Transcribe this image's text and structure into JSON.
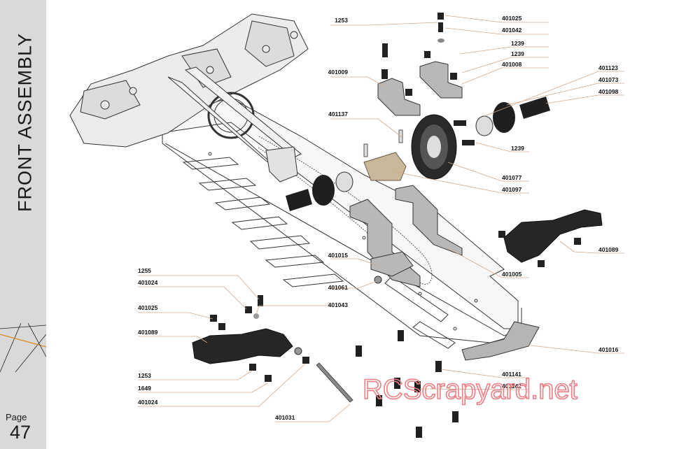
{
  "sidebar": {
    "section_title": "FRONT ASSEMBLY",
    "page_label": "Page",
    "page_number": "47"
  },
  "watermark": "RCScrapyard.net",
  "colors": {
    "leader": "#d1a98a",
    "sidebar_bg": "#d9d9d9",
    "accent_orange": "#e08a2a",
    "watermark": "#ea7f86"
  },
  "labels": [
    "1253",
    "401025",
    "401042",
    "1239",
    "1239",
    "401008",
    "401009",
    "401123",
    "401073",
    "401098",
    "401137",
    "1239",
    "401077",
    "401097",
    "401089",
    "401015",
    "401005",
    "401061",
    "1255",
    "401024",
    "401043",
    "401025",
    "401089",
    "401016",
    "1253",
    "401141",
    "1649",
    "401142",
    "401024",
    "401031"
  ]
}
